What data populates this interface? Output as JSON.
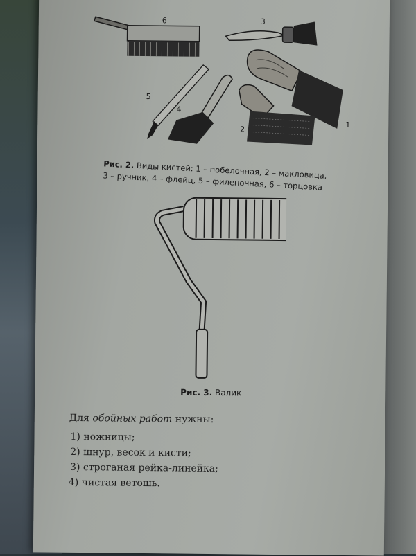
{
  "figure2": {
    "numbers": [
      "6",
      "3",
      "5",
      "4",
      "2",
      "1"
    ],
    "caption_prefix": "Рис. 2.",
    "caption_line1": "Виды кистей: 1 – побелочная, 2 – макловица,",
    "caption_line2": "3 – ручник, 4 – флейц, 5 – филеночная, 6 – торцовка"
  },
  "figure3": {
    "caption_prefix": "Рис. 3.",
    "caption_text": "Валик"
  },
  "text": {
    "intro_before": "Для ",
    "intro_italic": "обойных работ",
    "intro_after": " нужны:",
    "items": [
      "1) ножницы;",
      "2) шнур, весок и кисти;",
      "3) строганая рейка-линейка;",
      "4) чистая ветошь."
    ]
  }
}
